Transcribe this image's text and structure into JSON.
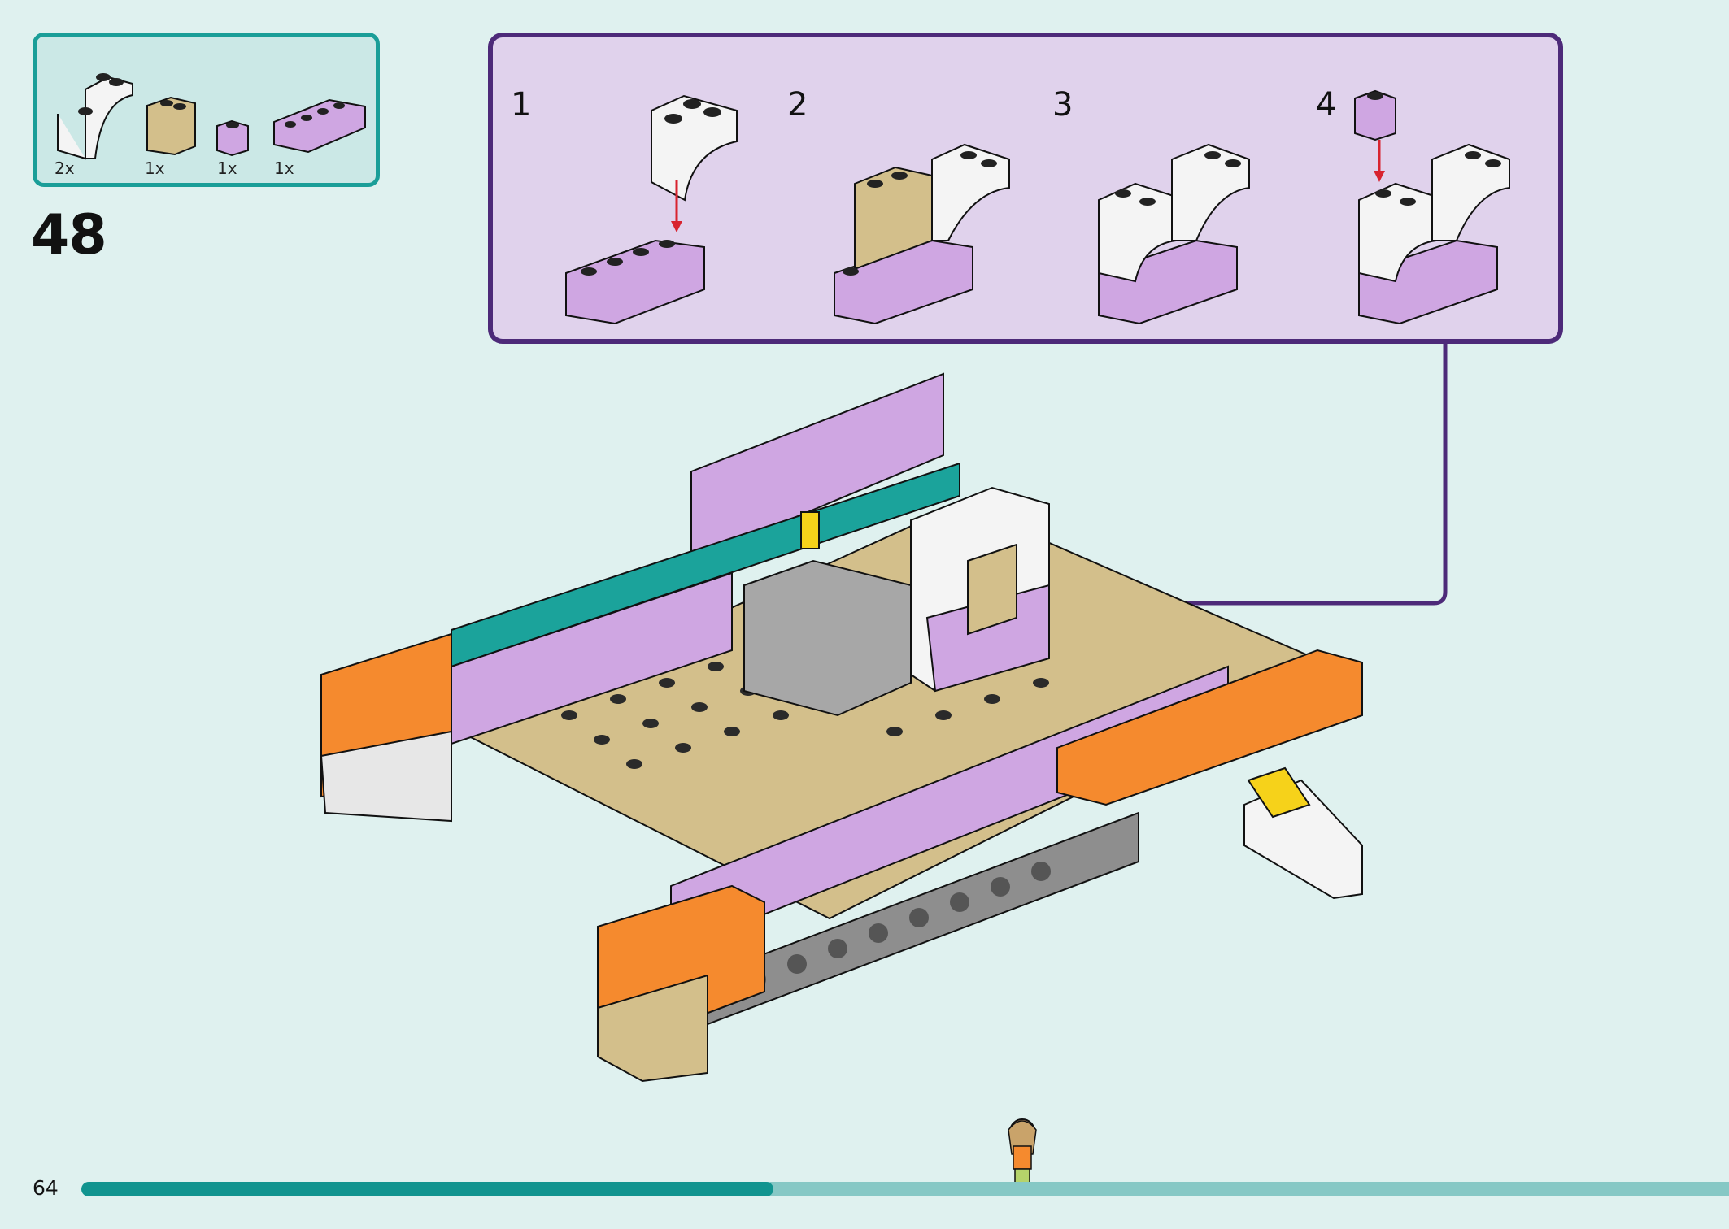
{
  "parts": [
    {
      "icon": "white-arch-brick-icon",
      "qty": "2x"
    },
    {
      "icon": "tan-panel-brick-icon",
      "qty": "1x"
    },
    {
      "icon": "lavender-1x1-brick-icon",
      "qty": "1x"
    },
    {
      "icon": "lavender-1x4-brick-icon",
      "qty": "1x"
    }
  ],
  "step_number": "48",
  "substeps": [
    "1",
    "2",
    "3",
    "4"
  ],
  "page_number": "64",
  "progress": {
    "fraction": 0.42
  },
  "colors": {
    "background": "#dff1ef",
    "teal_accent": "#1a9e98",
    "purple_frame": "#4d2a79",
    "lavender": "#cfa6e2",
    "tan": "#d3bf8b",
    "orange": "#f58a2e",
    "arrow_red": "#d8232f"
  }
}
